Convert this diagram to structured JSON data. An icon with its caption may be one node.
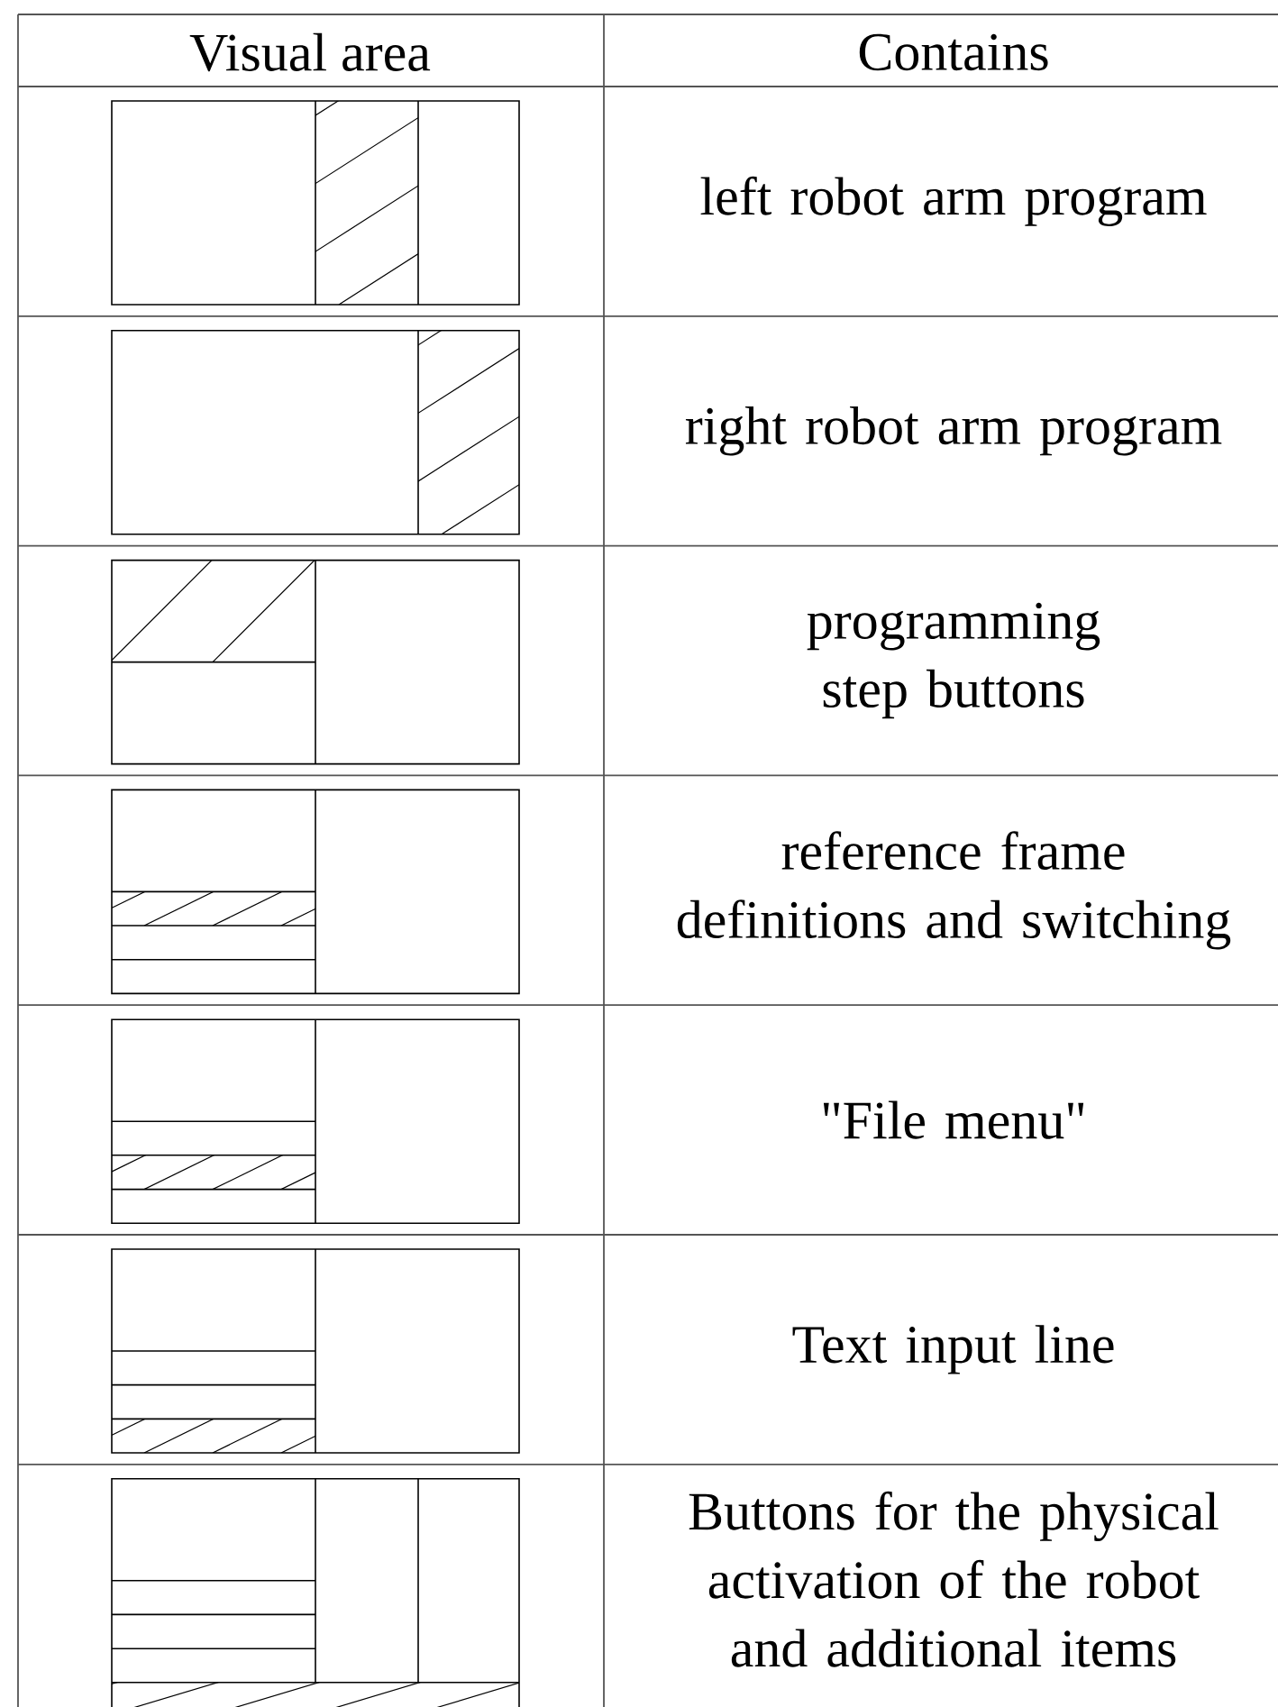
{
  "diagram": {
    "labels": [
      "Visual area",
      "Contains",
      "left robot arm program",
      "right robot arm program",
      "programming step buttons",
      "reference frame definitions and switching",
      "\"File menu\"",
      "Text input line",
      "Buttons for the physical activation of the robot and additional items"
    ]
  }
}
